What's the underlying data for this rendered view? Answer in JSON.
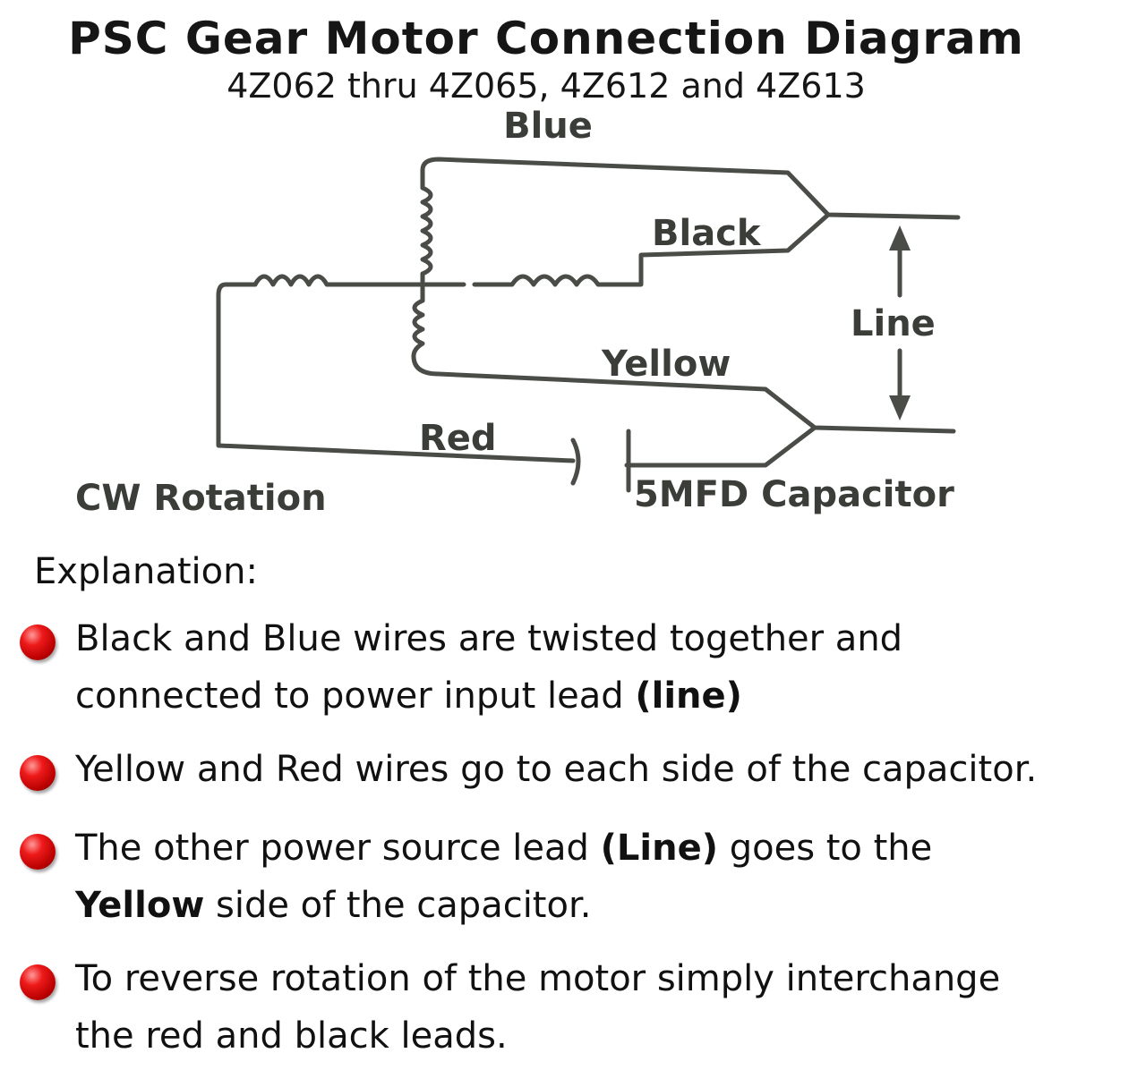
{
  "header": {
    "title": "PSC Gear Motor Connection Diagram",
    "subtitle": "4Z062 thru 4Z065, 4Z612 and 4Z613"
  },
  "diagram": {
    "labels": {
      "blue": "Blue",
      "black": "Black",
      "line": "Line",
      "yellow": "Yellow",
      "red": "Red",
      "cw_rotation": "CW Rotation",
      "capacitor": "5MFD Capacitor"
    },
    "wire_color": "#4a4d47"
  },
  "explanation": {
    "heading": "Explanation:",
    "bullet_color": "#e01515",
    "items": [
      {
        "line1": "Black and Blue wires are twisted together and",
        "line2_pre": "connected to power input lead ",
        "line2_bold": "(line)"
      },
      {
        "line1": "Yellow and Red wires go to each side of the capacitor."
      },
      {
        "line1_pre": "The other power source lead ",
        "line1_bold": "(Line)",
        "line1_post": " goes to the",
        "line2_bold": "Yellow",
        "line2_post": " side of the capacitor."
      },
      {
        "line1": "To reverse rotation of the motor simply interchange",
        "line2": "the red and black leads."
      }
    ]
  }
}
